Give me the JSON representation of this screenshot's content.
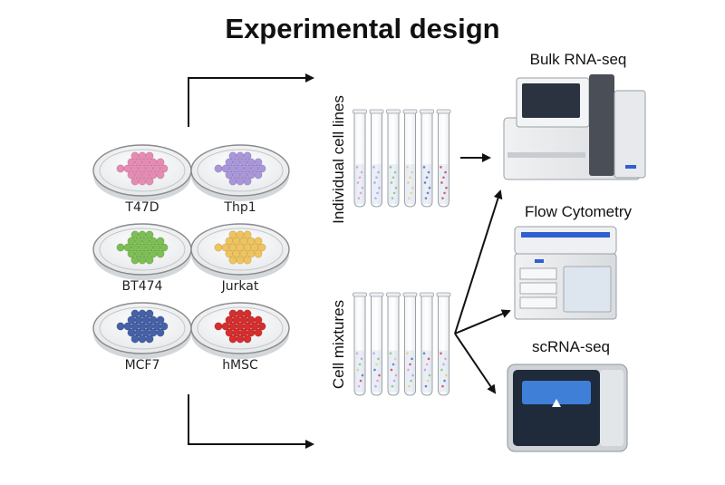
{
  "title": "Experimental design",
  "cell_lines": [
    {
      "label": "T47D",
      "color": "#e88bb4"
    },
    {
      "label": "Thp1",
      "color": "#a996db"
    },
    {
      "label": "BT474",
      "color": "#7cbf52"
    },
    {
      "label": "Jurkat",
      "color": "#f0c45c"
    },
    {
      "label": "MCF7",
      "color": "#4561a8"
    },
    {
      "label": "hMSC",
      "color": "#d62e2e"
    }
  ],
  "groups": [
    {
      "label": "Individual cell lines"
    },
    {
      "label": "Cell mixtures"
    }
  ],
  "instruments": [
    {
      "label": "Bulk RNA-seq"
    },
    {
      "label": "Flow Cytometry"
    },
    {
      "label": "scRNA-seq"
    }
  ],
  "colors": {
    "arrow": "#111111",
    "dish_rim": "#8a8a8a",
    "tube_outline": "#9aa0a6",
    "screen": "#1f2a3a",
    "accent_blue": "#2f5fd0"
  }
}
